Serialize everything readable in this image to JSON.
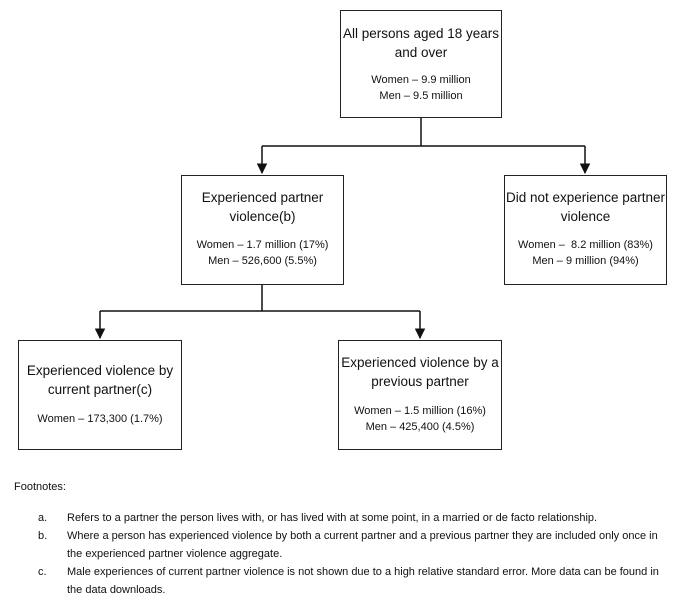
{
  "nodes": {
    "all": {
      "title": "All persons aged 18 years and over",
      "lines": [
        "Women – 9.9 million",
        "Men – 9.5 million"
      ]
    },
    "partner": {
      "title": "Experienced partner violence(b)",
      "lines": [
        "Women – 1.7 million (17%)",
        "Men – 526,600 (5.5%)"
      ]
    },
    "none": {
      "title": "Did not experience partner violence",
      "lines": [
        "Women –  8.2 million (83%)",
        "Men – 9 million (94%)"
      ]
    },
    "current": {
      "title": "Experienced violence by current partner(c)",
      "lines": [
        "Women – 173,300 (1.7%)"
      ]
    },
    "previous": {
      "title": "Experienced violence by a previous partner",
      "lines": [
        "Women – 1.5 million (16%)",
        "Men – 425,400 (4.5%)"
      ]
    }
  },
  "footnotes": {
    "heading": "Footnotes:",
    "items": [
      {
        "marker": "a.",
        "text": "Refers to a partner the person lives with, or has lived with at some point, in a married or de facto relationship."
      },
      {
        "marker": "b.",
        "text": "Where a person has experienced violence by both a current partner and a previous partner they are included only once in the experienced partner violence aggregate."
      },
      {
        "marker": "c.",
        "text": "Male experiences of current partner violence is not shown due to a high relative standard error. More data can be found in the data downloads."
      }
    ]
  }
}
